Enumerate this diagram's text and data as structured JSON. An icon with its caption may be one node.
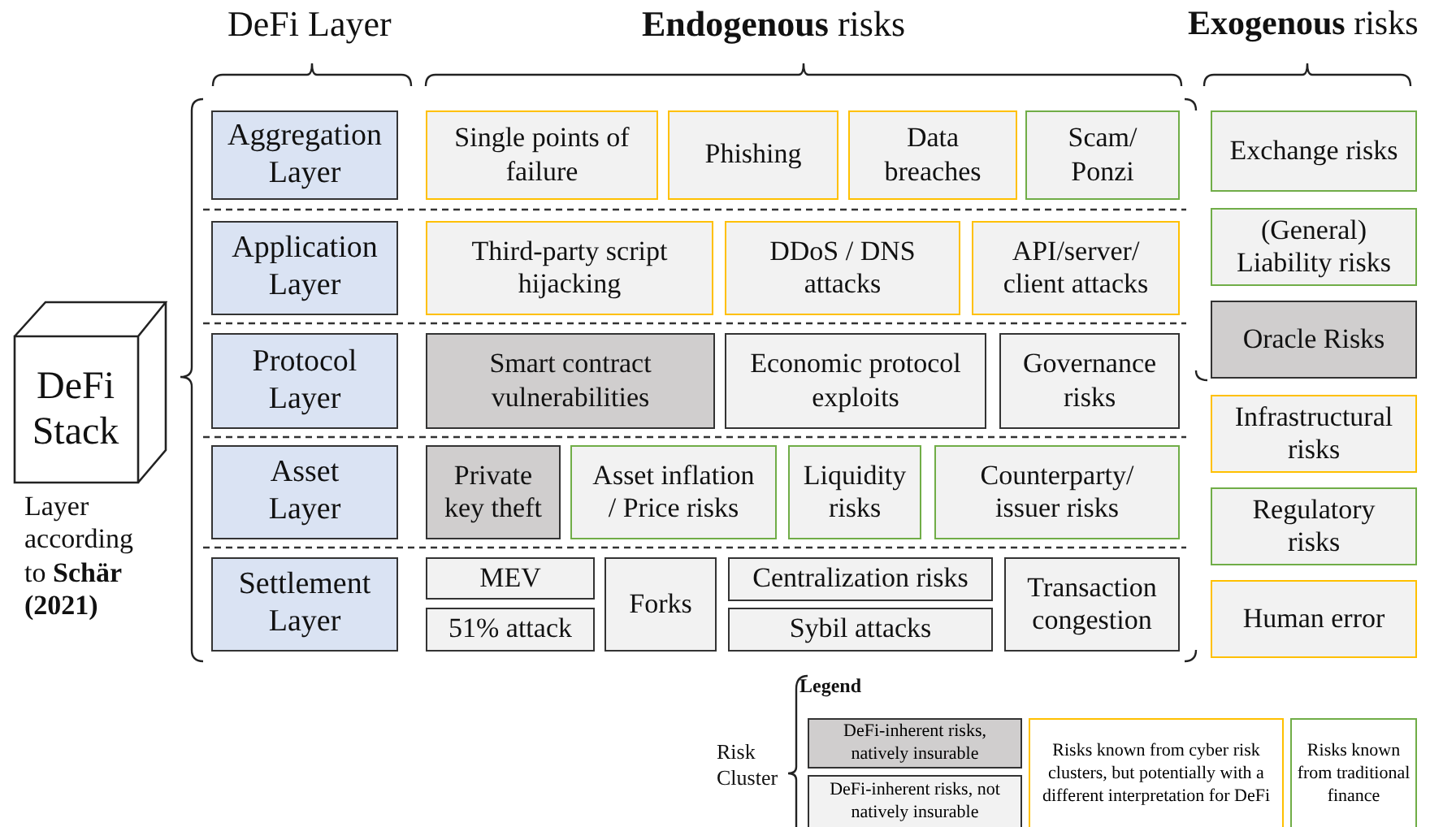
{
  "diagram": {
    "nodes": [
      {
        "text": [
          "DeFi Stack"
        ]
      },
      {
        "text": [
          "Aggregation Layer"
        ]
      },
      {
        "text": [
          "Single points of failure"
        ]
      },
      {
        "text": [
          "Phishing"
        ]
      },
      {
        "text": [
          "Data breaches"
        ]
      },
      {
        "text": [
          "Scam/ Ponzi"
        ]
      },
      {
        "text": [
          "Exchange risks"
        ]
      },
      {
        "text": [
          "Application Layer"
        ]
      },
      {
        "text": [
          "Third-party script hijacking"
        ]
      },
      {
        "text": [
          "DDoS / DNS attacks"
        ]
      },
      {
        "text": [
          "API/server/ client attacks"
        ]
      },
      {
        "text": [
          "(General) Liability risks"
        ]
      },
      {
        "text": [
          "Protocol Layer"
        ]
      },
      {
        "text": [
          "Smart contract vulnerabilities"
        ]
      },
      {
        "text": [
          "Economic protocol exploits"
        ]
      },
      {
        "text": [
          "Governance risks"
        ]
      },
      {
        "text": [
          "Oracle Risks"
        ]
      },
      {
        "text": [
          "Infrastructural risks"
        ]
      },
      {
        "text": [
          "Asset Layer"
        ]
      },
      {
        "text": [
          "Private key theft"
        ]
      },
      {
        "text": [
          "Asset inflation / Price risks"
        ]
      },
      {
        "text": [
          "Liquidity risks"
        ]
      },
      {
        "text": [
          "Counterparty/ issuer risks"
        ]
      },
      {
        "text": [
          "Regulatory risks"
        ]
      },
      {
        "text": [
          "Settlement Layer"
        ]
      },
      {
        "text": [
          "MEV"
        ]
      },
      {
        "text": [
          "51% attack"
        ]
      },
      {
        "text": [
          "Forks"
        ]
      },
      {
        "text": [
          "Centralization risks"
        ]
      },
      {
        "text": [
          "Sybil attacks"
        ]
      },
      {
        "text": [
          "Transaction congestion"
        ]
      },
      {
        "text": [
          "Human error"
        ]
      }
    ],
    "edges": [],
    "labels": [
      "DeFi Layer",
      "**Endogenous** risks",
      "**Exogenous** risks",
      "Layer according to **Schär (2021)**",
      "Legend",
      "Risk Cluster"
    ],
    "legend": [
      {
        "text": "DeFi-inherent risks, natively insurable",
        "color": "#d0cece"
      },
      {
        "text": "DeFi-inherent risks, not natively insurable",
        "color": "#f2f2f2"
      },
      {
        "text": "Risks known from cyber risk clusters, but potentially with a different interpretation for DeFi",
        "color": "#ffc000"
      },
      {
        "text": "Risks known from traditional finance",
        "color": "#70ad47"
      }
    ]
  }
}
